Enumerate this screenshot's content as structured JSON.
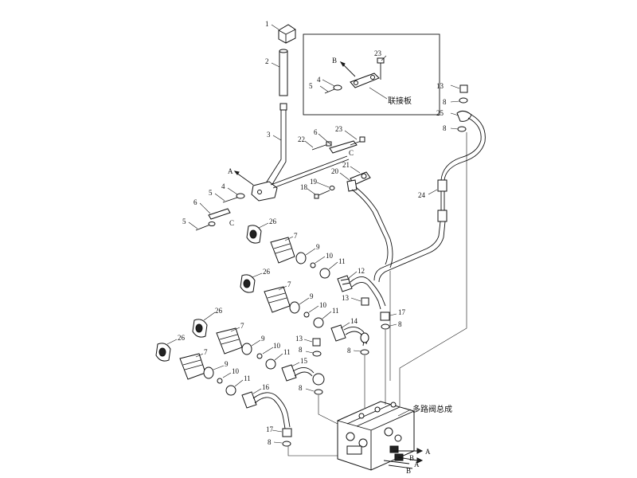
{
  "callouts": [
    {
      "id": "c1",
      "text": "1"
    },
    {
      "id": "c2",
      "text": "2"
    },
    {
      "id": "c3",
      "text": "3"
    },
    {
      "id": "c4a",
      "text": "4"
    },
    {
      "id": "c5a",
      "text": "5"
    },
    {
      "id": "c6a",
      "text": "6"
    },
    {
      "id": "c5b",
      "text": "5"
    },
    {
      "id": "cA1",
      "text": "A"
    },
    {
      "id": "cC1",
      "text": "C"
    },
    {
      "id": "c22",
      "text": "22"
    },
    {
      "id": "c6b",
      "text": "6"
    },
    {
      "id": "c23b",
      "text": "23"
    },
    {
      "id": "cC2",
      "text": "C"
    },
    {
      "id": "c21",
      "text": "21"
    },
    {
      "id": "c20",
      "text": "20"
    },
    {
      "id": "c19",
      "text": "19"
    },
    {
      "id": "c18",
      "text": "18"
    },
    {
      "id": "c26a",
      "text": "26"
    },
    {
      "id": "c7a",
      "text": "7"
    },
    {
      "id": "c9a",
      "text": "9"
    },
    {
      "id": "c10a",
      "text": "10"
    },
    {
      "id": "c11a",
      "text": "11"
    },
    {
      "id": "c12",
      "text": "12"
    },
    {
      "id": "c26b",
      "text": "26"
    },
    {
      "id": "c7b",
      "text": "7"
    },
    {
      "id": "c9b",
      "text": "9"
    },
    {
      "id": "c10b",
      "text": "10"
    },
    {
      "id": "c11b",
      "text": "11"
    },
    {
      "id": "c13b",
      "text": "13"
    },
    {
      "id": "c14",
      "text": "14"
    },
    {
      "id": "c17a",
      "text": "17"
    },
    {
      "id": "c8c",
      "text": "8"
    },
    {
      "id": "c26c",
      "text": "26"
    },
    {
      "id": "c7c",
      "text": "7"
    },
    {
      "id": "c9c",
      "text": "9"
    },
    {
      "id": "c10c",
      "text": "10"
    },
    {
      "id": "c11c",
      "text": "11"
    },
    {
      "id": "c13c",
      "text": "13"
    },
    {
      "id": "c8d",
      "text": "8"
    },
    {
      "id": "c8e",
      "text": "8"
    },
    {
      "id": "c26d",
      "text": "26"
    },
    {
      "id": "c7d",
      "text": "7"
    },
    {
      "id": "c9d",
      "text": "9"
    },
    {
      "id": "c10d",
      "text": "10"
    },
    {
      "id": "c11d",
      "text": "11"
    },
    {
      "id": "c15",
      "text": "15"
    },
    {
      "id": "c8f",
      "text": "8"
    },
    {
      "id": "c16",
      "text": "16"
    },
    {
      "id": "c17b",
      "text": "17"
    },
    {
      "id": "c8g",
      "text": "8"
    },
    {
      "id": "c13a",
      "text": "13"
    },
    {
      "id": "c8a",
      "text": "8"
    },
    {
      "id": "c25",
      "text": "25"
    },
    {
      "id": "c8b",
      "text": "8"
    },
    {
      "id": "c24",
      "text": "24"
    },
    {
      "id": "inset23",
      "text": "23"
    },
    {
      "id": "insetB",
      "text": "B"
    },
    {
      "id": "inset4",
      "text": "4"
    },
    {
      "id": "inset5",
      "text": "5"
    },
    {
      "id": "valveB1",
      "text": "B"
    },
    {
      "id": "valveA1",
      "text": "A"
    },
    {
      "id": "valveB2",
      "text": "B"
    },
    {
      "id": "valveA2",
      "text": "A"
    }
  ],
  "labels": {
    "connecting_plate": "联接板",
    "valve_assembly": "多路阀总成"
  }
}
